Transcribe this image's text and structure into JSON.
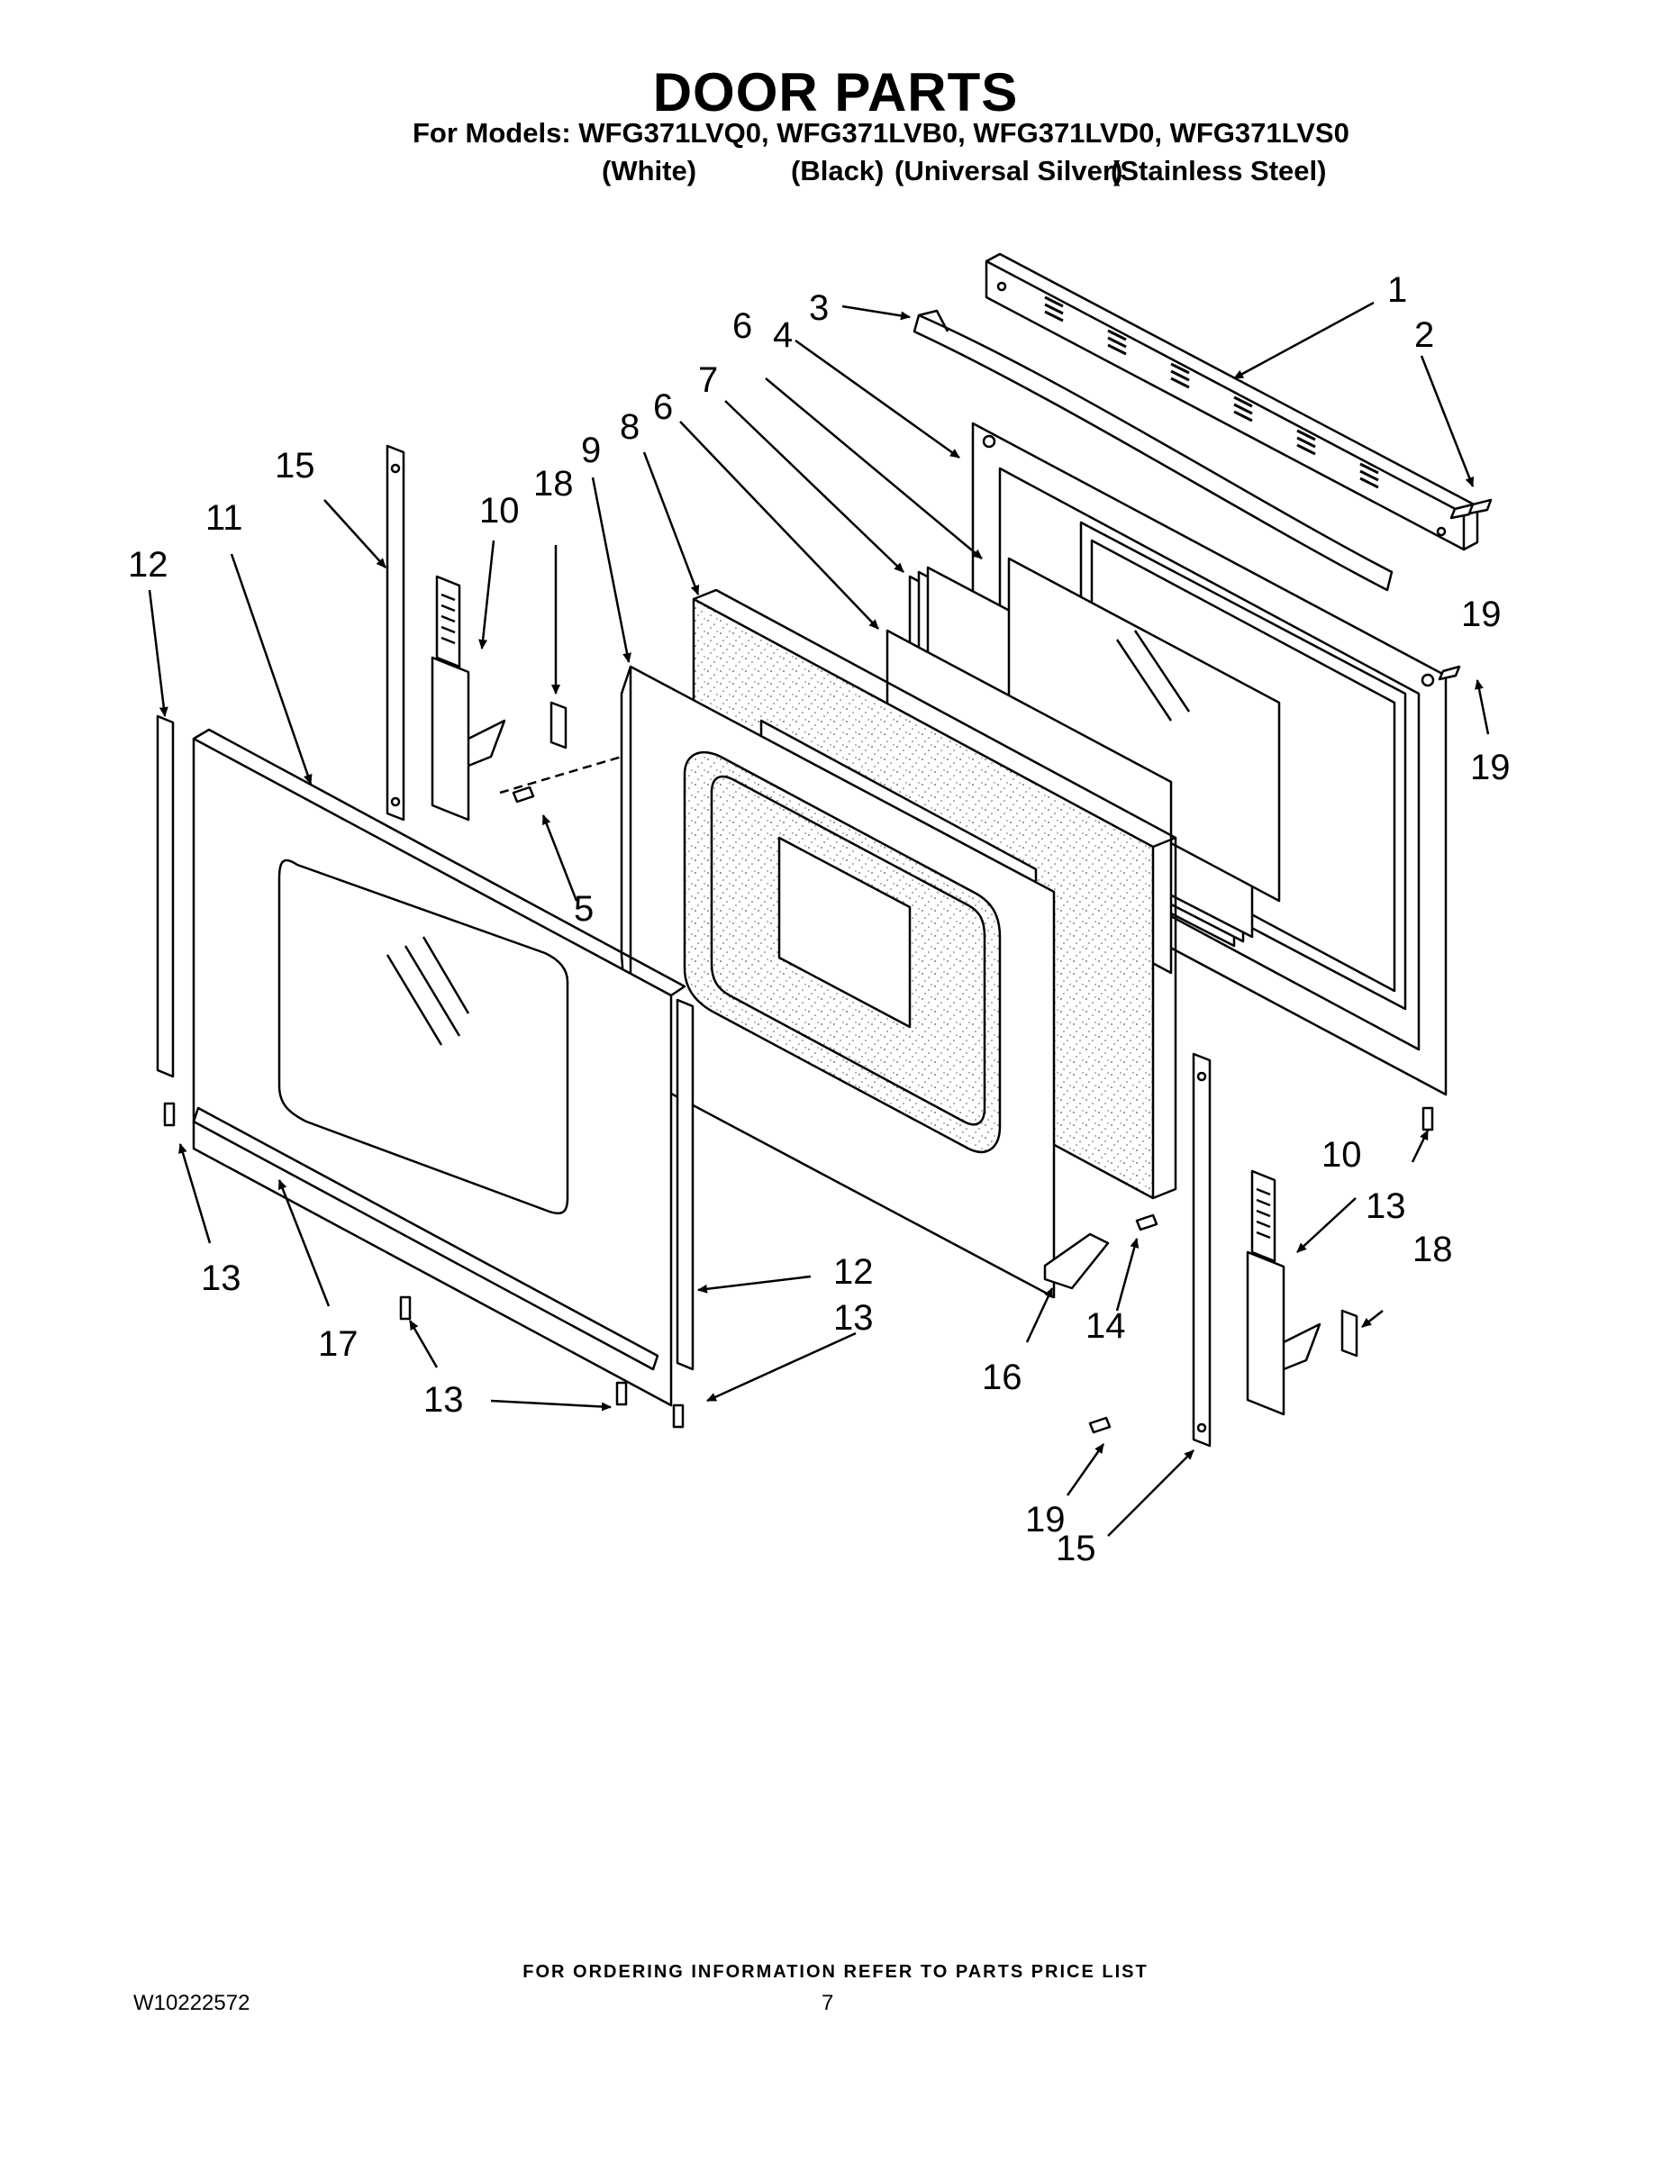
{
  "header": {
    "title": "DOOR PARTS",
    "models_line": "For Models: WFG371LVQ0, WFG371LVB0, WFG371LVD0, WFG371LVS0",
    "colors": [
      "(White)",
      "(Black)",
      "(Universal Silver)",
      "(Stainless Steel)"
    ]
  },
  "callouts": {
    "c1": "1",
    "c2": "2",
    "c3": "3",
    "c4": "4",
    "c5": "5",
    "c6a": "6",
    "c6b": "6",
    "c7": "7",
    "c8": "8",
    "c9": "9",
    "c10a": "10",
    "c10b": "10",
    "c11": "11",
    "c12a": "12",
    "c12b": "12",
    "c13a": "13",
    "c13b": "13",
    "c13c": "13",
    "c13d": "13",
    "c14": "14",
    "c15a": "15",
    "c15b": "15",
    "c16": "16",
    "c17": "17",
    "c18a": "18",
    "c18b": "18",
    "c19a": "19",
    "c19b": "19",
    "c19c": "19"
  },
  "footer": {
    "ordering_note": "FOR ORDERING INFORMATION REFER TO PARTS PRICE LIST",
    "document_number": "W10222572",
    "page_number": "7"
  }
}
